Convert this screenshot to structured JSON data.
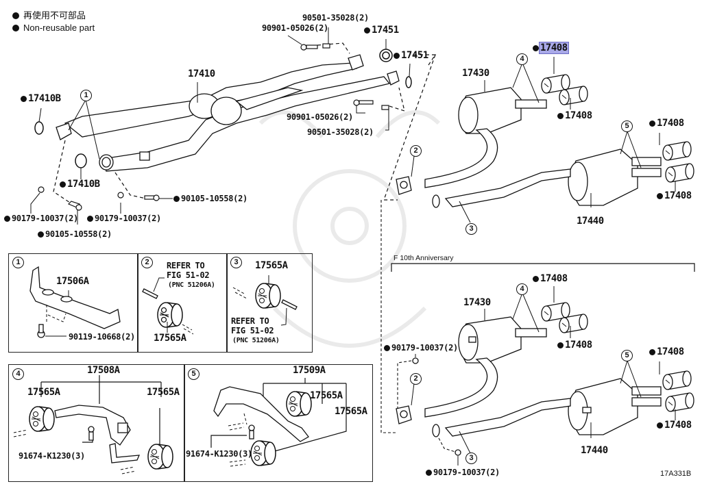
{
  "legend": {
    "line1": "再使用不可部品",
    "line2": "Non-reusable part"
  },
  "colors": {
    "highlight": "#a9a9e8",
    "ink": "#111111"
  },
  "upper_left": {
    "main_part": "17410",
    "gasket_a": "17410B",
    "gasket_b": "17410B",
    "callout": "1",
    "bolt_top": "90901-05026(2)",
    "spring_top": "90501-35028(2)",
    "gasket_top_1": "17451",
    "gasket_top_2": "17451",
    "bolt_right": "90901-05026(2)",
    "spring_right": "90501-35028(2)",
    "nut_left": "90179-10037(2)",
    "nut_mid": "90179-10037(2)",
    "bolt_lower": "90105-10558(2)",
    "bolt_lower_right": "90105-10558(2)"
  },
  "upper_right": {
    "front_muffler": "17430",
    "rear_muffler": "17440",
    "tips": [
      "17408",
      "17408",
      "17408",
      "17408"
    ],
    "highlighted_tip": "17408",
    "callouts": [
      "4",
      "5",
      "2",
      "3"
    ]
  },
  "detail_boxes": [
    {
      "num": "1",
      "parts": [
        "17506A",
        "90119-10668(2)"
      ]
    },
    {
      "num": "2",
      "refer": [
        "REFER TO",
        "FIG 51-02",
        "(PNC 51206A)"
      ],
      "parts": [
        "17565A"
      ]
    },
    {
      "num": "3",
      "refer": [
        "REFER TO",
        "FIG 51-02",
        "(PNC 51206A)"
      ],
      "parts": [
        "17565A"
      ]
    },
    {
      "num": "4",
      "parts": [
        "17508A",
        "17565A",
        "17565A",
        "91674-K1230(3)"
      ]
    },
    {
      "num": "5",
      "parts": [
        "17509A",
        "17565A",
        "17565A",
        "91674-K1230(3)"
      ]
    }
  ],
  "anniversary": {
    "title": "F 10th Anniversary",
    "front_muffler": "17430",
    "rear_muffler": "17440",
    "tips": [
      "17408",
      "17408",
      "17408",
      "17408"
    ],
    "nut_top": "90179-10037(2)",
    "nut_bottom": "90179-10037(2)",
    "callouts": [
      "4",
      "5",
      "2",
      "3"
    ]
  },
  "figure_id": "17A331B"
}
